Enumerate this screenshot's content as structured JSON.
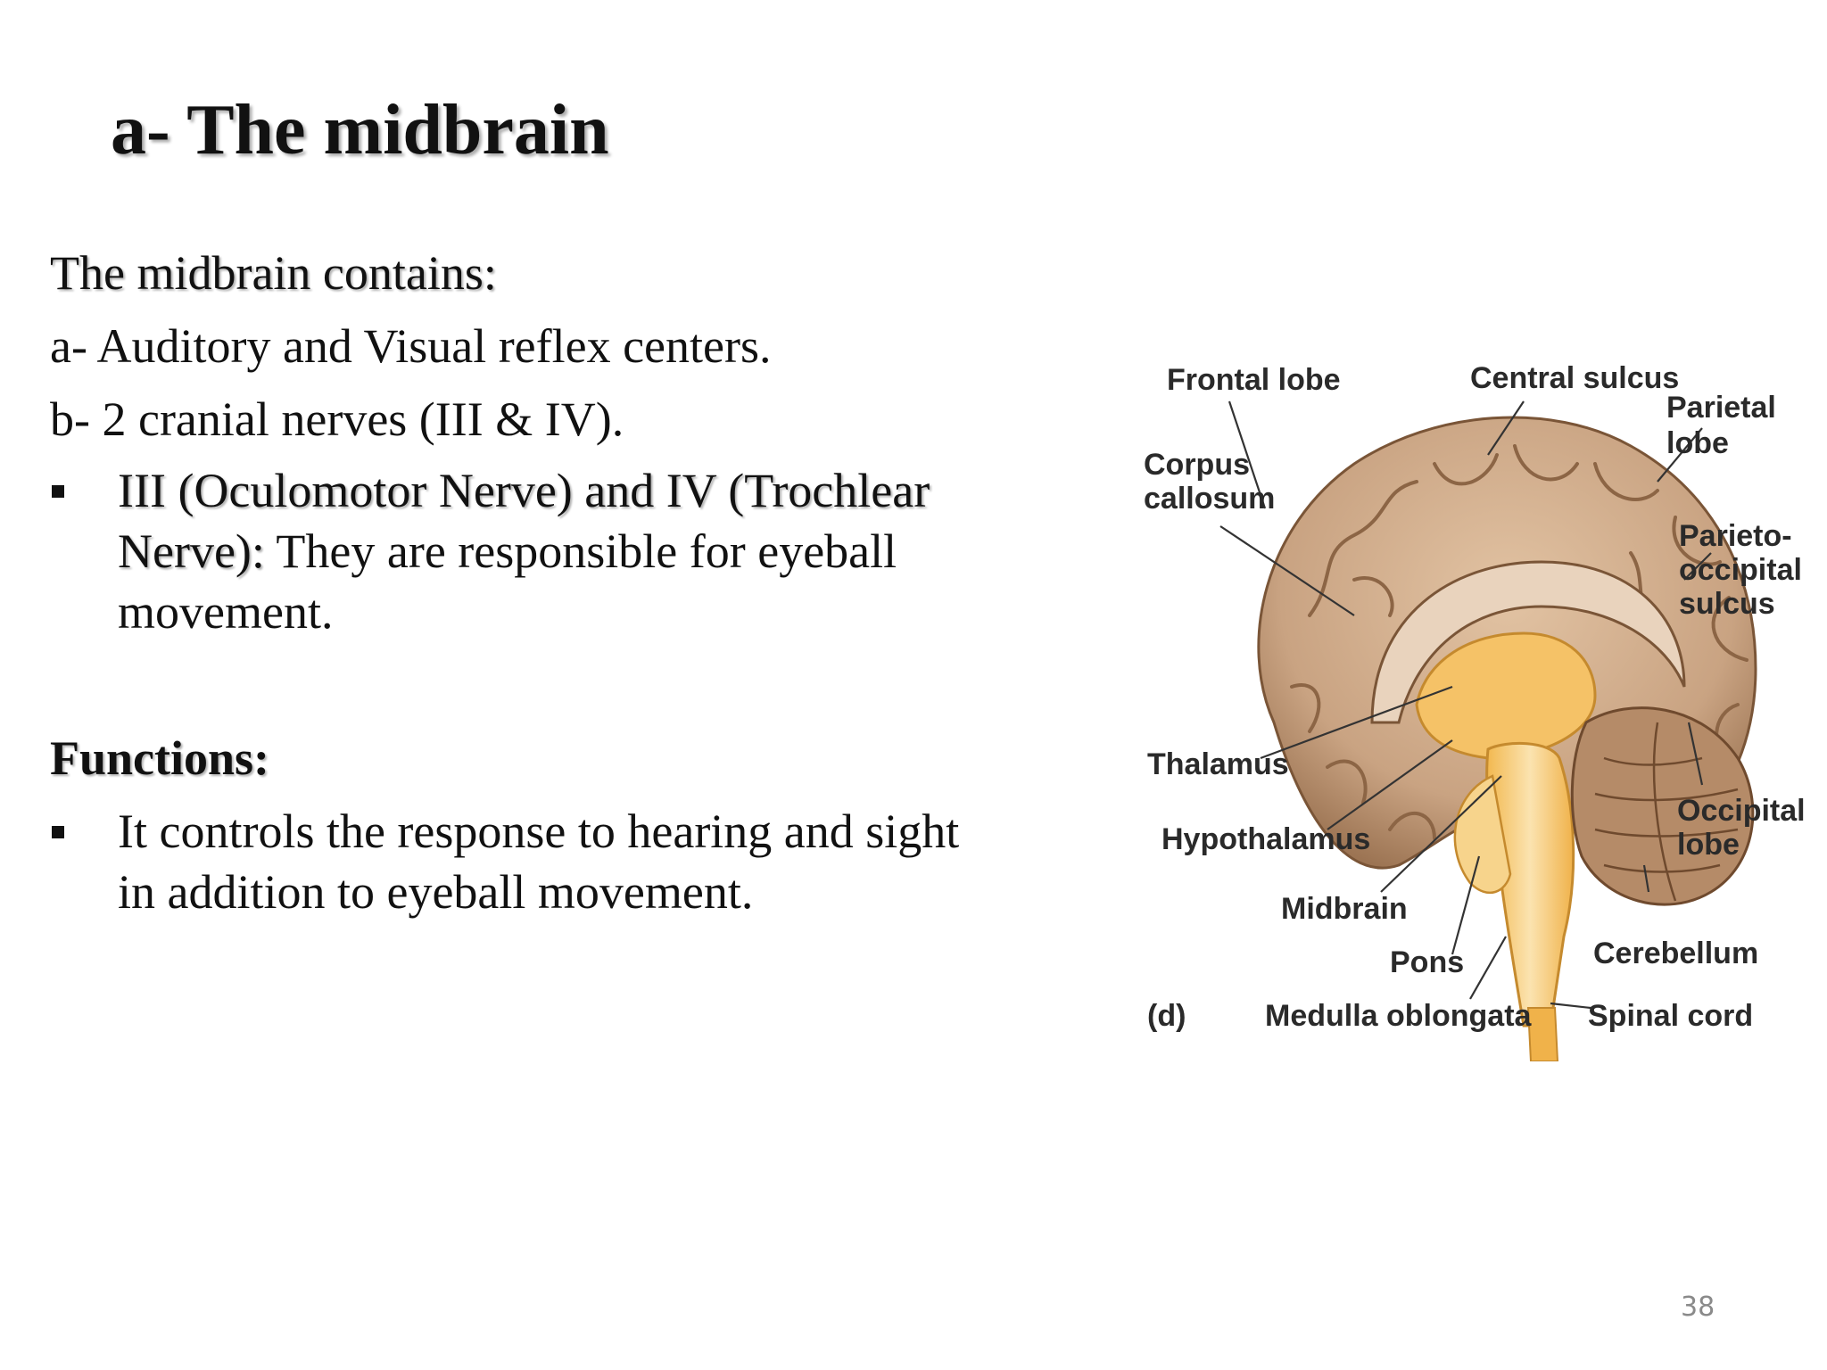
{
  "title": "a- The midbrain",
  "intro": {
    "heading": "The midbrain contains:",
    "items": [
      "a- Auditory and Visual reflex centers.",
      "b- 2 cranial nerves (III & IV)."
    ]
  },
  "nerve_bullet": {
    "highlight_line1": "III (Oculomotor Nerve) and IV (Trochlear",
    "highlight_line2": "Nerve):",
    "rest_line2": " They are responsible for eyeball",
    "rest_line3": "movement."
  },
  "functions": {
    "heading": "Functions:",
    "bullet_line1": "It controls the response to hearing and sight",
    "bullet_line2": "in addition to eyeball movement."
  },
  "diagram": {
    "panel_label": "(d)",
    "labels": {
      "frontal_lobe": "Frontal lobe",
      "central_sulcus": "Central sulcus",
      "parietal_lobe_1": "Parietal",
      "parietal_lobe_2": "lobe",
      "corpus_callosum_1": "Corpus",
      "corpus_callosum_2": "callosum",
      "parieto_occipital_1": "Parieto-",
      "parieto_occipital_2": "occipital",
      "parieto_occipital_3": "sulcus",
      "thalamus": "Thalamus",
      "hypothalamus": "Hypothalamus",
      "occipital_lobe_1": "Occipital",
      "occipital_lobe_2": "lobe",
      "midbrain": "Midbrain",
      "cerebellum": "Cerebellum",
      "pons": "Pons",
      "medulla_oblongata": "Medulla oblongata",
      "spinal_cord": "Spinal cord"
    }
  },
  "page_number": "38",
  "colors": {
    "text": "#111111",
    "page_number": "#8a8a8a",
    "brain_tissue": "#c9a382",
    "brain_dark": "#8c6545",
    "brainstem_highlight": "#f5c267",
    "brainstem_light": "#fbe3b0"
  }
}
